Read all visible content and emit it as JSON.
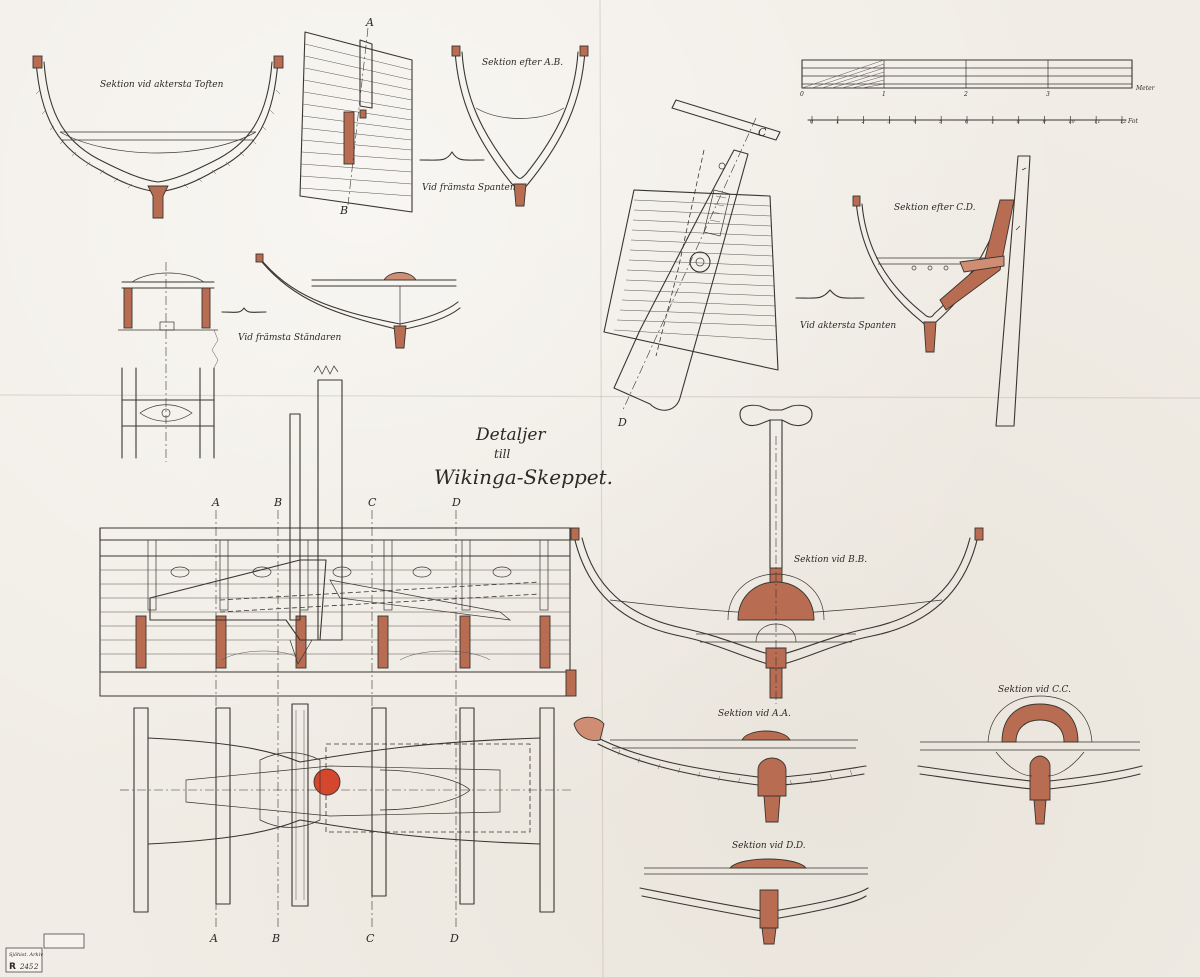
{
  "title": {
    "line1": "Detaljer",
    "line2": "till",
    "line3": "Wikinga-Skeppet."
  },
  "section_labels": {
    "aftersta_toften": "Sektion vid aktersta Toften",
    "efter_ab": "Sektion efter A.B.",
    "framsta_spanten": "Vid främsta Spanten",
    "framsta_standaren": "Vid främsta Ständaren",
    "efter_cd": "Sektion efter C.D.",
    "aktersta_spanten": "Vid aktersta Spanten",
    "vid_bb": "Sektion vid B.B.",
    "vid_aa": "Sektion vid A.A.",
    "vid_cc": "Sektion vid C.C.",
    "vid_dd": "Sektion vid D.D."
  },
  "station_letters": {
    "top": [
      "A",
      "B",
      "C",
      "D"
    ],
    "bottom": [
      "A",
      "B",
      "C",
      "D"
    ],
    "view_top": "A",
    "view_bottom": "B",
    "tiller_c": "C",
    "tiller_d": "D"
  },
  "scale": {
    "upper_unit": "Meter",
    "upper_numbers": [
      "0",
      "1",
      "2",
      "3"
    ],
    "lower_unit": "Fot",
    "lower_numbers": [
      "0",
      "1",
      "2",
      "3",
      "4",
      "5",
      "6",
      "7",
      "8",
      "9",
      "10",
      "11",
      "12"
    ]
  },
  "stamp": {
    "line1": "Sjöhist. Arkiv",
    "line2": "R",
    "line3": "245",
    "line4": "2"
  },
  "colors": {
    "paper": "#f1ede6",
    "ink": "#3a3530",
    "wood": "#b86c52",
    "rudder_hole": "#d5472c"
  }
}
